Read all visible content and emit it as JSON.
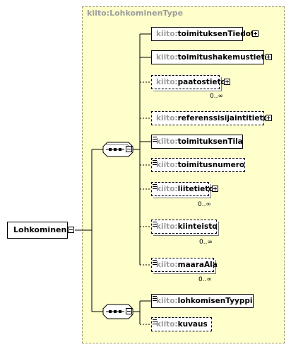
{
  "root": {
    "label": "Lohkominen"
  },
  "complex_type": {
    "title": "kiito:LohkominenType"
  },
  "namespace": "kiito:",
  "sequence1": {
    "elements": [
      {
        "name": "toimituksenTiedot",
        "expandable": true,
        "optional": false,
        "multiplicity": ""
      },
      {
        "name": "toimitushakemustieto",
        "expandable": true,
        "optional": false,
        "multiplicity": ""
      },
      {
        "name": "paatostieto",
        "expandable": true,
        "optional": true,
        "multiplicity": "0..∞"
      },
      {
        "name": "referenssisijaintitieto",
        "expandable": true,
        "optional": true,
        "multiplicity": ""
      },
      {
        "name": "toimituksenTila",
        "expandable": false,
        "optional": false,
        "multiplicity": ""
      },
      {
        "name": "toimitusnumero",
        "expandable": false,
        "optional": true,
        "multiplicity": ""
      },
      {
        "name": "liitetieto",
        "expandable": true,
        "optional": true,
        "multiplicity": "0..∞"
      },
      {
        "name": "kiinteisto",
        "expandable": false,
        "optional": true,
        "multiplicity": "0..∞"
      },
      {
        "name": "maaraAla",
        "expandable": false,
        "optional": true,
        "multiplicity": "0..∞"
      }
    ]
  },
  "sequence2": {
    "elements": [
      {
        "name": "lohkomisenTyyppi",
        "expandable": false,
        "optional": false,
        "multiplicity": ""
      },
      {
        "name": "kuvaus",
        "expandable": false,
        "optional": true,
        "multiplicity": ""
      }
    ]
  }
}
